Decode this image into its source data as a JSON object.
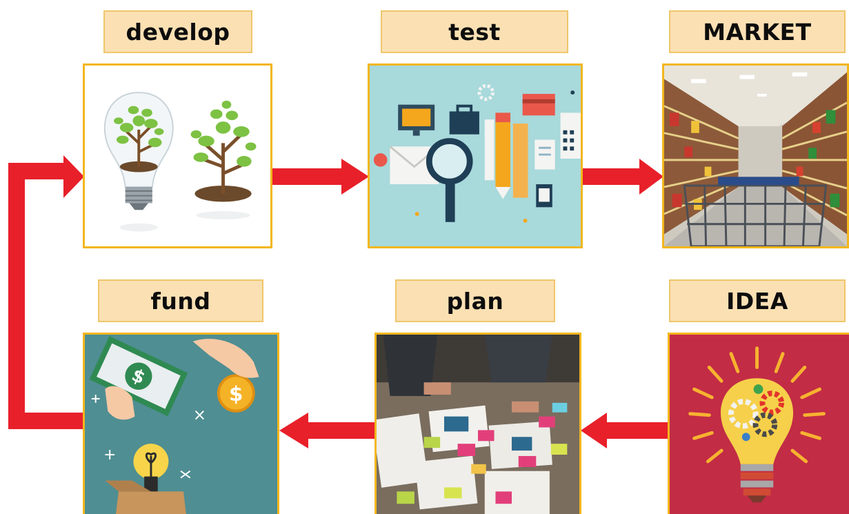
{
  "stages": {
    "develop": {
      "label": "develop"
    },
    "test": {
      "label": "test"
    },
    "market": {
      "label": "MARKET"
    },
    "fund": {
      "label": "fund"
    },
    "plan": {
      "label": "plan"
    },
    "idea": {
      "label": "IDEA"
    }
  },
  "colors": {
    "arrow": "#e8202a",
    "label_fill": "#fbe0b3",
    "label_border": "#efc66b",
    "panel_border": "#f3b61d"
  }
}
